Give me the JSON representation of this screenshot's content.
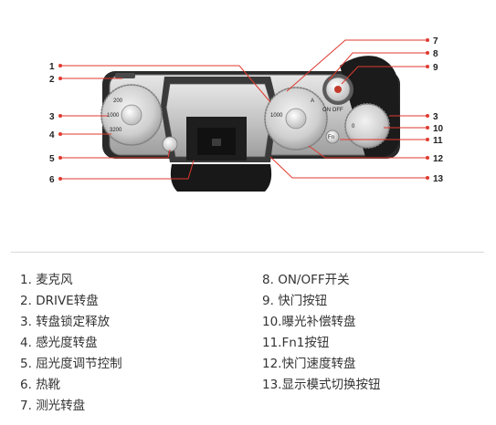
{
  "figure": {
    "description_free": true,
    "callouts": {
      "c1": "1",
      "c2": "2",
      "c3l": "3",
      "c4": "4",
      "c5": "5",
      "c6": "6",
      "c7": "7",
      "c8": "8",
      "c9": "9",
      "c3r": "3",
      "c10": "10",
      "c11": "11",
      "c12": "12",
      "c13": "13"
    },
    "dial_marks": {
      "on_off": "ON OFF",
      "iso_200": "200",
      "iso_1000": "1000",
      "iso_3200": "3200",
      "shutter_a": "A",
      "shutter_1000": "1000",
      "ev_0": "0",
      "fn": "Fn"
    },
    "colors": {
      "leader_line": "#e03a2f",
      "camera_body_dark": "#2a2a2a",
      "camera_silver": "#c9c9c9",
      "grip_black": "#1b1b1b"
    }
  },
  "legend": {
    "left": [
      {
        "num": "1.",
        "text": "麦克风"
      },
      {
        "num": "2.",
        "text": "DRIVE转盘"
      },
      {
        "num": "3.",
        "text": "转盘锁定释放"
      },
      {
        "num": "4.",
        "text": "感光度转盘"
      },
      {
        "num": "5.",
        "text": "屈光度调节控制"
      },
      {
        "num": "6.",
        "text": "热靴"
      },
      {
        "num": "7.",
        "text": "测光转盘"
      }
    ],
    "right": [
      {
        "num": "8.",
        "text": "ON/OFF开关"
      },
      {
        "num": "9.",
        "text": "快门按钮"
      },
      {
        "num": "10.",
        "text": "曝光补偿转盘"
      },
      {
        "num": "11.",
        "text": "Fn1按钮"
      },
      {
        "num": "12.",
        "text": "快门速度转盘"
      },
      {
        "num": "13.",
        "text": "显示模式切换按钮"
      }
    ]
  }
}
